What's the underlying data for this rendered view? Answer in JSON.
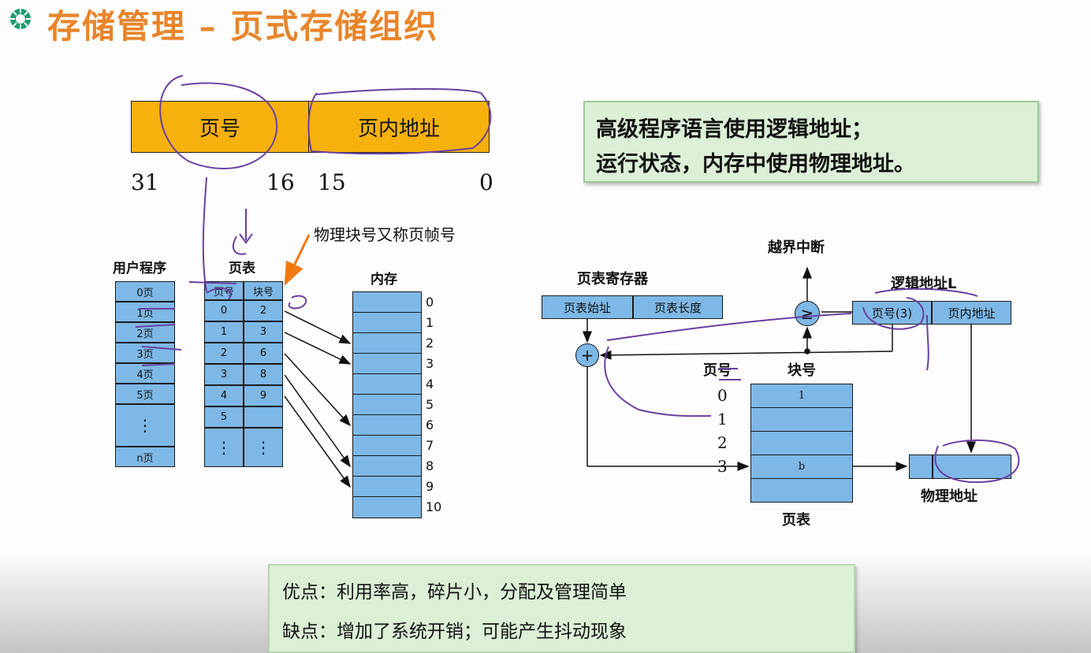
{
  "title": "存储管理 – 页式存储组织",
  "address_format": {
    "page_field": "页号",
    "offset_field": "页内地址",
    "bits": [
      "31",
      "16",
      "15",
      "0"
    ]
  },
  "info_box": {
    "line1": "高级程序语言使用逻辑地址；",
    "line2": "运行状态，内存中使用物理地址。"
  },
  "left_diagram": {
    "annotation": "物理块号又称页帧号",
    "user_program_label": "用户程序",
    "pages": [
      "0页",
      "1页",
      "2页",
      "3页",
      "4页",
      "5页",
      "⋮",
      "n页"
    ],
    "page_table_label": "页表",
    "pt_headers": [
      "页号",
      "块号"
    ],
    "pt_rows": [
      [
        "0",
        "2"
      ],
      [
        "1",
        "3"
      ],
      [
        "2",
        "6"
      ],
      [
        "3",
        "8"
      ],
      [
        "4",
        "9"
      ],
      [
        "5",
        ""
      ],
      [
        "⋮",
        "⋮"
      ]
    ],
    "memory_label": "内存",
    "memory_indices": [
      "0",
      "1",
      "2",
      "3",
      "4",
      "5",
      "6",
      "7",
      "8",
      "9",
      "10"
    ]
  },
  "right_diagram": {
    "interrupt_label": "越界中断",
    "ptr_label": "页表寄存器",
    "ptr_fields": [
      "页表始址",
      "页表长度"
    ],
    "logical_label": "逻辑地址L",
    "logical_fields": [
      "页号(3)",
      "页内地址"
    ],
    "compare_symbol": "≥",
    "add_symbol": "+",
    "page_no_label": "页号",
    "block_no_label": "块号",
    "pt_indices": [
      "0",
      "1",
      "2",
      "3"
    ],
    "pt_cells": [
      "1",
      "",
      "",
      "b",
      ""
    ],
    "pt_caption": "页表",
    "physical_label": "物理地址"
  },
  "pros_cons": {
    "pros": "优点：利用率高，碎片小，分配及管理简单",
    "cons": "缺点：增加了系统开销；可能产生抖动现象"
  },
  "colors": {
    "title": "#e8852a",
    "field": "#f6b10c",
    "cell": "#7eb8e6",
    "greenbox": "#dbf0d6",
    "annotation": "#6b3fa0",
    "arrow_orange": "#f07a10"
  }
}
